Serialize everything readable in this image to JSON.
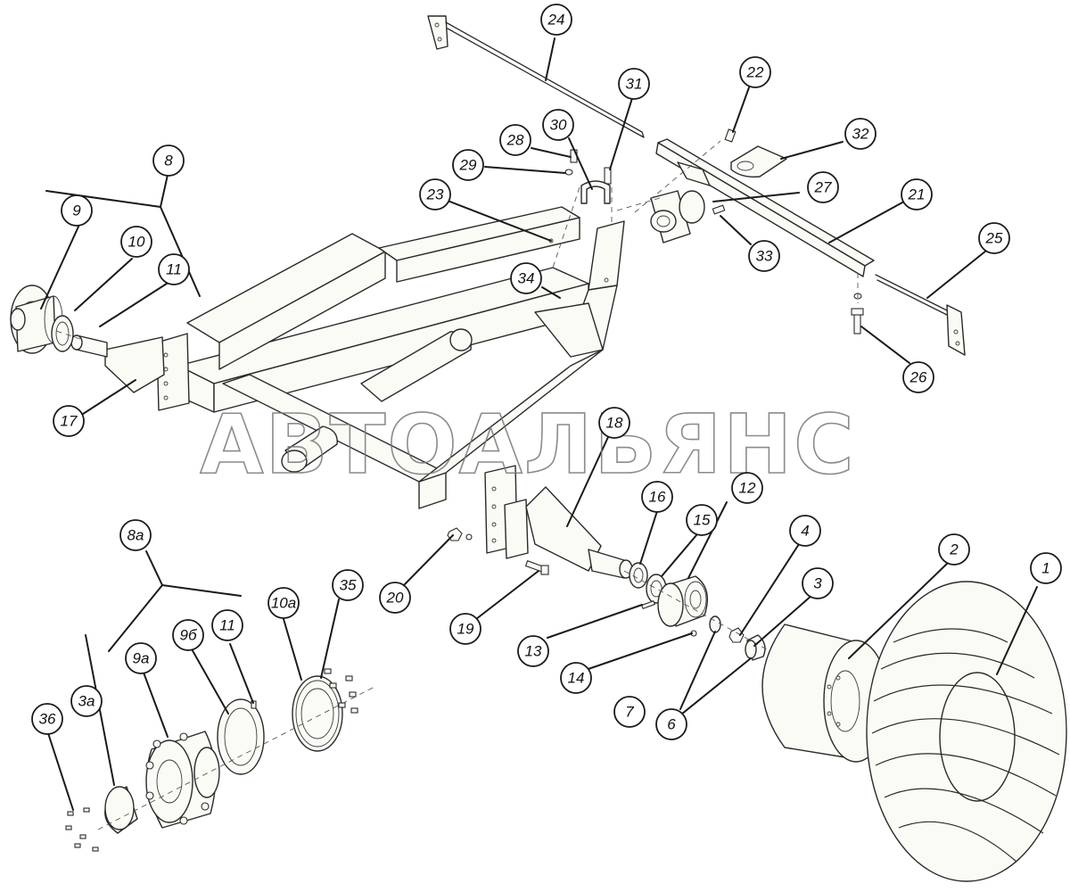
{
  "watermark": "АВТОАЛЬЯНС",
  "callouts": [
    {
      "id": "c1",
      "label": "1"
    },
    {
      "id": "c2",
      "label": "2"
    },
    {
      "id": "c3",
      "label": "3"
    },
    {
      "id": "c3a",
      "label": "3а"
    },
    {
      "id": "c4",
      "label": "4"
    },
    {
      "id": "c6",
      "label": "6"
    },
    {
      "id": "c7",
      "label": "7"
    },
    {
      "id": "c8",
      "label": "8"
    },
    {
      "id": "c8a",
      "label": "8а"
    },
    {
      "id": "c9",
      "label": "9"
    },
    {
      "id": "c9a",
      "label": "9а"
    },
    {
      "id": "c9b",
      "label": "9б"
    },
    {
      "id": "c10",
      "label": "10"
    },
    {
      "id": "c10a",
      "label": "10а"
    },
    {
      "id": "c11",
      "label": "11"
    },
    {
      "id": "c11b",
      "label": "11"
    },
    {
      "id": "c12",
      "label": "12"
    },
    {
      "id": "c13",
      "label": "13"
    },
    {
      "id": "c14",
      "label": "14"
    },
    {
      "id": "c15",
      "label": "15"
    },
    {
      "id": "c16",
      "label": "16"
    },
    {
      "id": "c17",
      "label": "17"
    },
    {
      "id": "c18",
      "label": "18"
    },
    {
      "id": "c19",
      "label": "19"
    },
    {
      "id": "c20",
      "label": "20"
    },
    {
      "id": "c21",
      "label": "21"
    },
    {
      "id": "c22",
      "label": "22"
    },
    {
      "id": "c23",
      "label": "23"
    },
    {
      "id": "c24",
      "label": "24"
    },
    {
      "id": "c25",
      "label": "25"
    },
    {
      "id": "c26",
      "label": "26"
    },
    {
      "id": "c27",
      "label": "27"
    },
    {
      "id": "c28",
      "label": "28"
    },
    {
      "id": "c29",
      "label": "29"
    },
    {
      "id": "c30",
      "label": "30"
    },
    {
      "id": "c31",
      "label": "31"
    },
    {
      "id": "c32",
      "label": "32"
    },
    {
      "id": "c33",
      "label": "33"
    },
    {
      "id": "c34",
      "label": "34"
    },
    {
      "id": "c35",
      "label": "35"
    },
    {
      "id": "c36",
      "label": "36"
    }
  ],
  "colors": {
    "line": "#2a2a2a",
    "fill": "#fbfbf6",
    "background": "#ffffff",
    "watermark": "#777777"
  }
}
